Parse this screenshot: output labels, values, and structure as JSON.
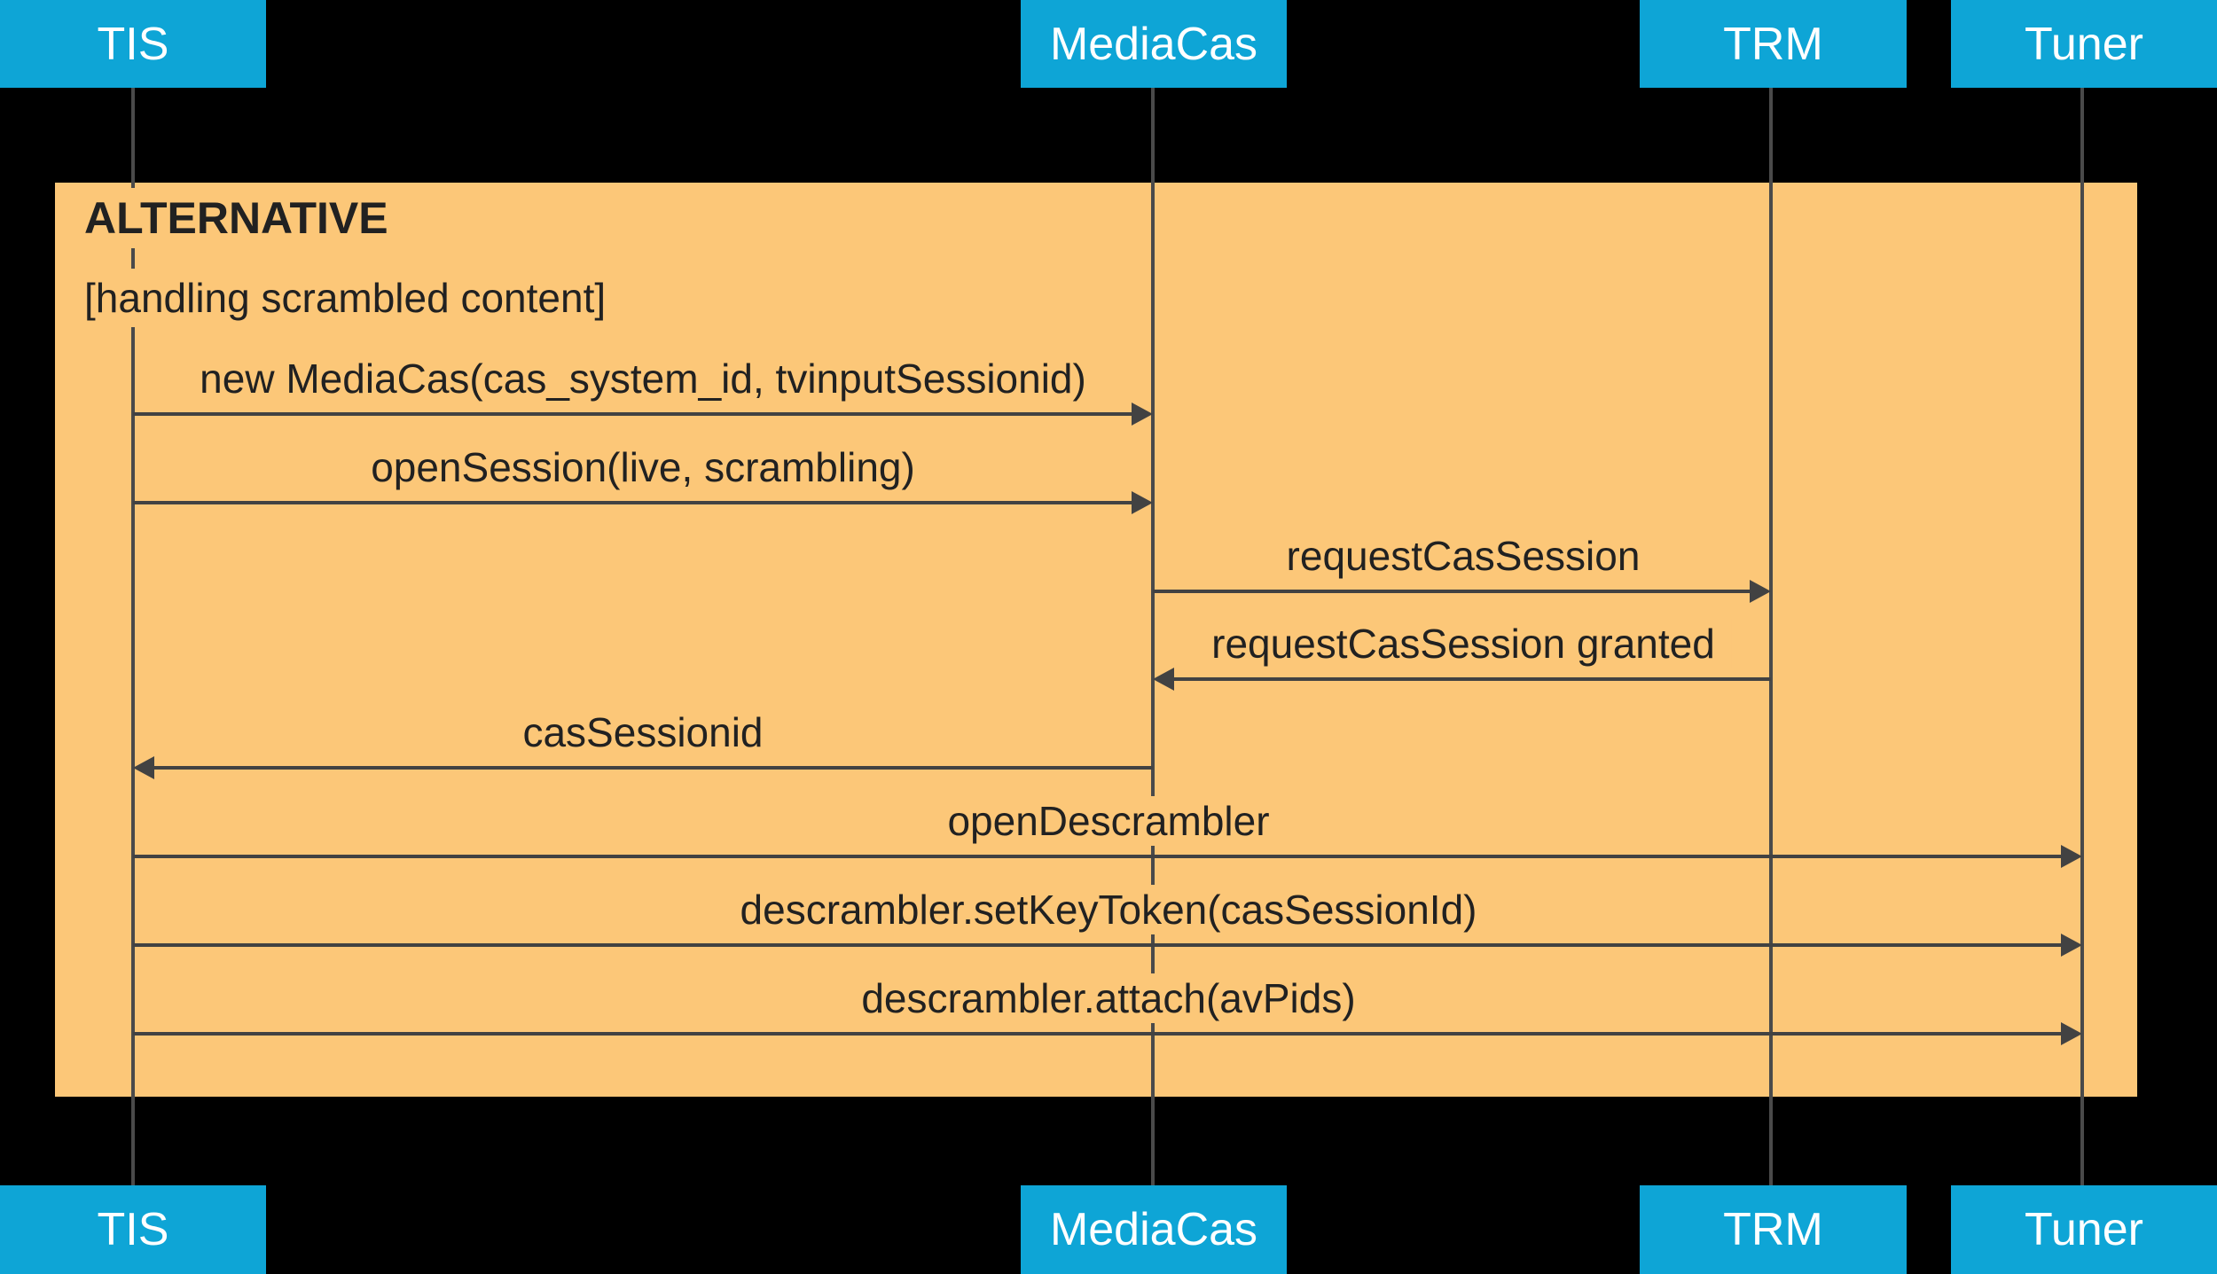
{
  "colors": {
    "bg": "#000000",
    "actor_fill": "#0EA5D6",
    "actor_text": "#FFFFFF",
    "fragment_fill": "#FCC778",
    "line": "#424242",
    "lifeline": "#4A4A4A",
    "text": "#212121"
  },
  "actors": [
    {
      "name": "TIS"
    },
    {
      "name": "MediaCas"
    },
    {
      "name": "TRM"
    },
    {
      "name": "Tuner"
    }
  ],
  "fragment": {
    "label": "ALTERNATIVE",
    "condition": "[handling scrambled content]"
  },
  "messages": [
    {
      "from": "TIS",
      "to": "MediaCas",
      "direction": "right",
      "label": "new MediaCas(cas_system_id, tvinputSessionid)"
    },
    {
      "from": "TIS",
      "to": "MediaCas",
      "direction": "right",
      "label": "openSession(live, scrambling)"
    },
    {
      "from": "MediaCas",
      "to": "TRM",
      "direction": "right",
      "label": "requestCasSession"
    },
    {
      "from": "TRM",
      "to": "MediaCas",
      "direction": "left",
      "label": "requestCasSession granted"
    },
    {
      "from": "MediaCas",
      "to": "TIS",
      "direction": "left",
      "label": "casSessionid"
    },
    {
      "from": "TIS",
      "to": "Tuner",
      "direction": "right",
      "label": "openDescrambler"
    },
    {
      "from": "TIS",
      "to": "Tuner",
      "direction": "right",
      "label": "descrambler.setKeyToken(casSessionId)"
    },
    {
      "from": "TIS",
      "to": "Tuner",
      "direction": "right",
      "label": "descrambler.attach(avPids)"
    }
  ]
}
